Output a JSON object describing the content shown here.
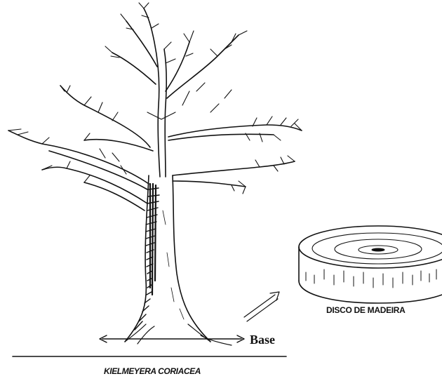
{
  "labels": {
    "base": "Base",
    "disc": "DISCO DE  MADEIRA",
    "species": "KIELMEYERA CORIACEA"
  },
  "colors": {
    "ink": "#111111",
    "background": "#ffffff"
  }
}
